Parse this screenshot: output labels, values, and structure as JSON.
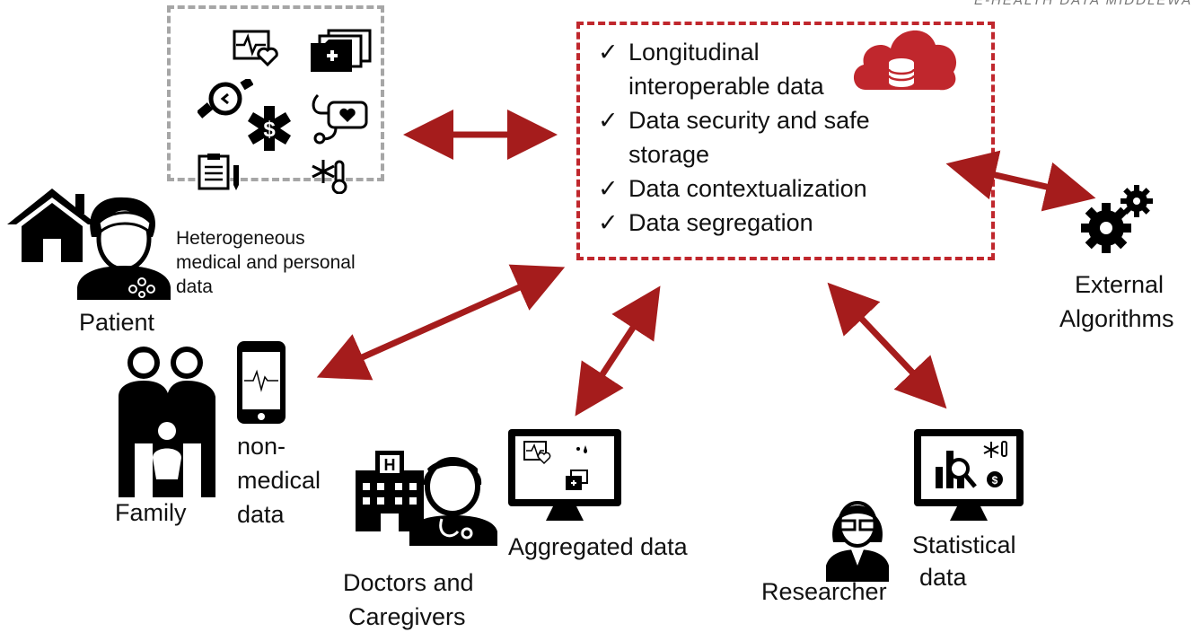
{
  "header_text": "E-HEALTH DATA MIDDLEWA",
  "features": {
    "check_glyph": "✓",
    "items": [
      "Longitudinal",
      "interoperable data",
      "Data security and safe",
      "storage",
      "Data contextualization",
      "Data segregation"
    ]
  },
  "labels": {
    "heterogeneous": [
      "Heterogeneous",
      "medical and personal",
      "data"
    ],
    "patient": "Patient",
    "external": [
      "External",
      "Algorithms"
    ],
    "family": "Family",
    "non_medical": [
      "non-",
      "medical",
      "data"
    ],
    "doctors": [
      "Doctors and",
      "Caregivers"
    ],
    "aggregated": "Aggregated data",
    "researcher": "Researcher",
    "statistical": [
      "Statistical",
      "data"
    ]
  },
  "colors": {
    "arrow": "#a51c1c",
    "cloud": "#c0272d",
    "data_box_border": "#a6a6a6",
    "features_box_border": "#c0272d"
  },
  "icons": [
    "heartbeat-monitor-icon",
    "medical-folders-icon",
    "smartwatch-icon",
    "medical-star-icon",
    "blood-pressure-icon",
    "clipboard-icon",
    "snowflake-thermometer-icon",
    "cloud-database-icon",
    "house-icon",
    "patient-icon",
    "gears-icon",
    "family-icon",
    "smartphone-ecg-icon",
    "hospital-icon",
    "doctor-icon",
    "aggregated-monitor-icon",
    "researcher-icon",
    "statistics-monitor-icon"
  ]
}
